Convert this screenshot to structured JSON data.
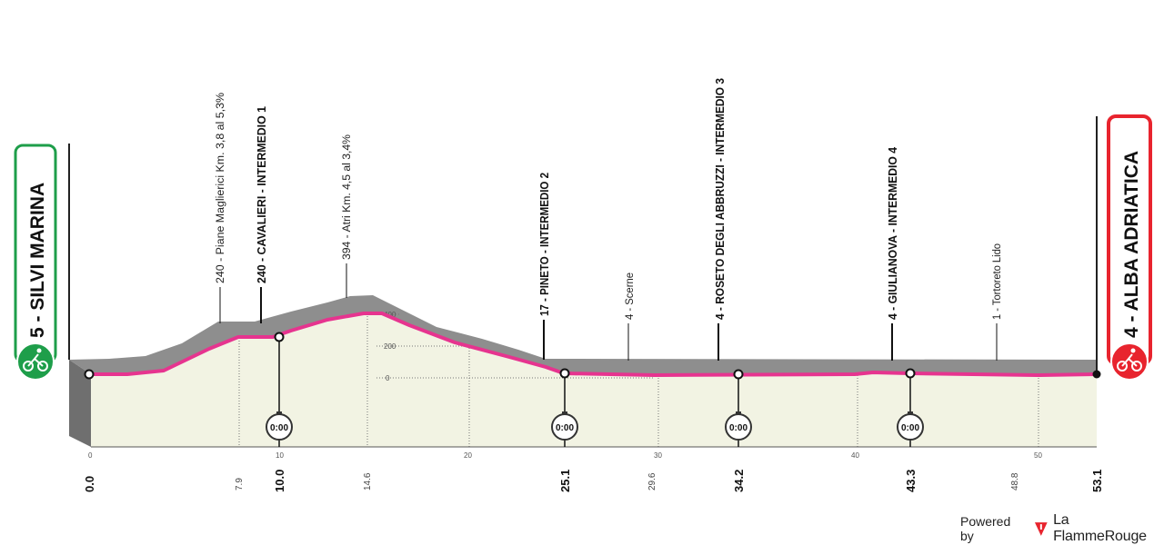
{
  "start": {
    "label": "5 - SILVI MARINA",
    "color": "#1e9e4a"
  },
  "finish": {
    "label": "4 - ALBA ADRIATICA",
    "color": "#e8242e"
  },
  "route_color": "#e6348f",
  "elevation_ticks": [
    "400",
    "200",
    "0"
  ],
  "distance_axis": [
    "0",
    "10",
    "20",
    "30",
    "40",
    "50"
  ],
  "waypoints": [
    {
      "km": "0.0",
      "bold": true
    },
    {
      "km": "7.9",
      "bold": false,
      "label": "240 - Piane Maglierici Km. 3,8 al 5,3%"
    },
    {
      "km": "10.0",
      "bold": true,
      "label": "240 - CAVALIERI - INTERMEDIO 1",
      "timer": "0:00"
    },
    {
      "km": "14.6",
      "bold": false,
      "label": "394 - Atri Km. 4,5 al 3,4%"
    },
    {
      "km": "25.1",
      "bold": true,
      "label": "17 - PINETO - INTERMEDIO 2",
      "timer": "0:00"
    },
    {
      "km": "29.6",
      "bold": false,
      "label": "4 - Scerne"
    },
    {
      "km": "34.2",
      "bold": true,
      "label": "4 - ROSETO DEGLI ABBRUZZI - INTERMEDIO 3",
      "timer": "0:00"
    },
    {
      "km": "43.3",
      "bold": true,
      "label": "4 - GIULIANOVA - INTERMEDIO 4",
      "timer": "0:00"
    },
    {
      "km": "48.8",
      "bold": false,
      "label": "1 - Tortoreto Lido"
    },
    {
      "km": "53.1",
      "bold": true
    }
  ],
  "footer": {
    "powered_by": "Powered by",
    "brand": "La FlammeRouge"
  }
}
